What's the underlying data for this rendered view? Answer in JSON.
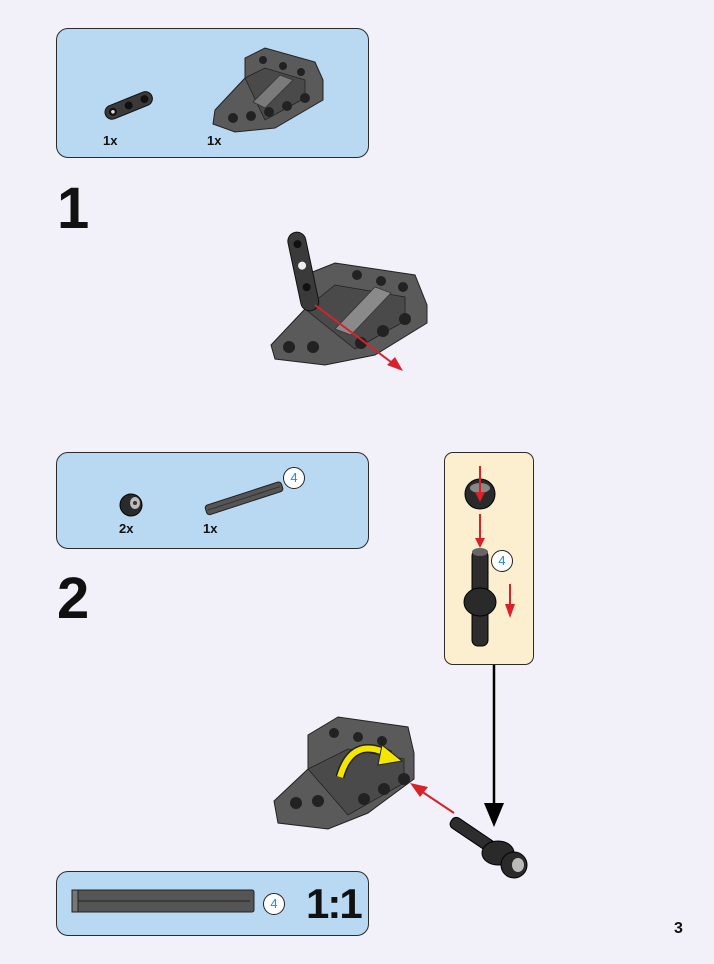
{
  "step1": {
    "number": "1",
    "parts": [
      {
        "qty": "1x",
        "icon": "liftarm-thin-1x3-icon"
      },
      {
        "qty": "1x",
        "icon": "liftarm-frame-icon"
      }
    ]
  },
  "step2": {
    "number": "2",
    "parts": [
      {
        "qty": "2x",
        "icon": "half-bush-icon"
      },
      {
        "qty": "1x",
        "icon": "axle-4-icon",
        "length": "4"
      }
    ],
    "subassembly": {
      "length": "4"
    }
  },
  "scale_guide": {
    "length": "4",
    "label": "1:1"
  },
  "page_number": "3",
  "colors": {
    "parts_box": "#b9d9f2",
    "subassembly_box": "#fcefcf",
    "arrow": "#d8222a",
    "rotate_arrow": "#f5e600",
    "page_bg": "#f2f1fa"
  }
}
